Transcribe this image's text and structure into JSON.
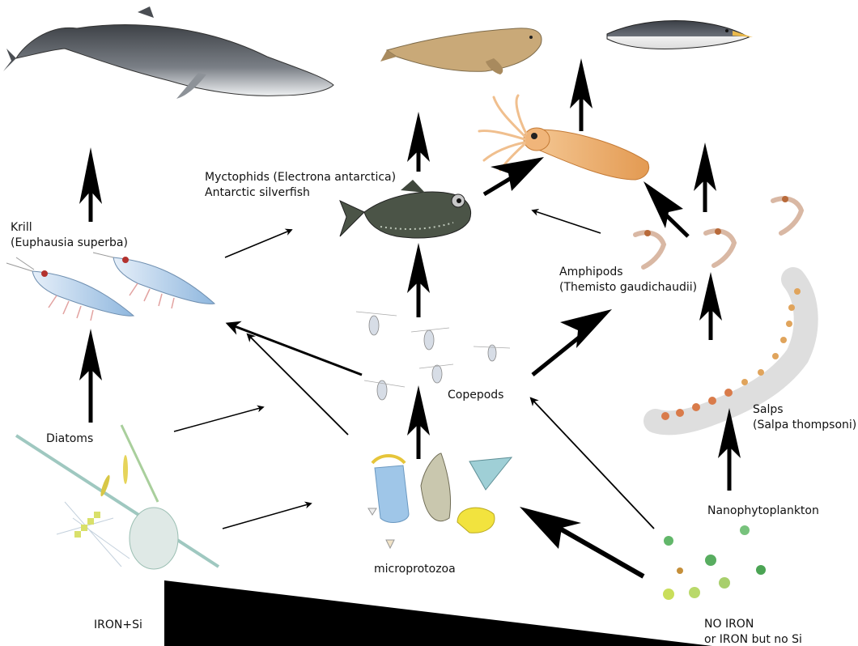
{
  "labels": {
    "myctophids": [
      "Myctophids (Electrona antarctica)",
      "Antarctic silverfish"
    ],
    "krill": [
      "Krill",
      "(Euphausia superba)"
    ],
    "amphipods": [
      "Amphipods",
      "(Themisto gaudichaudii)"
    ],
    "copepods": "Copepods",
    "salps": [
      "Salps",
      "(Salpa thompsoni)"
    ],
    "diatoms": "Diatoms",
    "nanophytoplankton": "Nanophytoplankton",
    "microprotozoa": "microprotozoa",
    "iron_si": "IRON+Si",
    "no_iron": [
      "NO IRON",
      "or IRON but no Si"
    ]
  },
  "colors": {
    "arrow": "#000000",
    "whale": "#55595e",
    "seal": "#c9a978",
    "penguin": "#3b3f46",
    "squid": "#e8a865",
    "fish": "#4b5447",
    "krill": "#9fc3e3",
    "diatom": "#8fbf8a",
    "gradient_wedge": "#000000"
  },
  "icons": [
    "whale-icon",
    "seal-icon",
    "penguin-icon",
    "squid-icon",
    "fish-icon",
    "krill-icon",
    "amphipod-icon",
    "copepod-icon",
    "salp-chain-icon",
    "diatom-icon",
    "microprotozoa-icon",
    "nanophytoplankton-icon"
  ]
}
